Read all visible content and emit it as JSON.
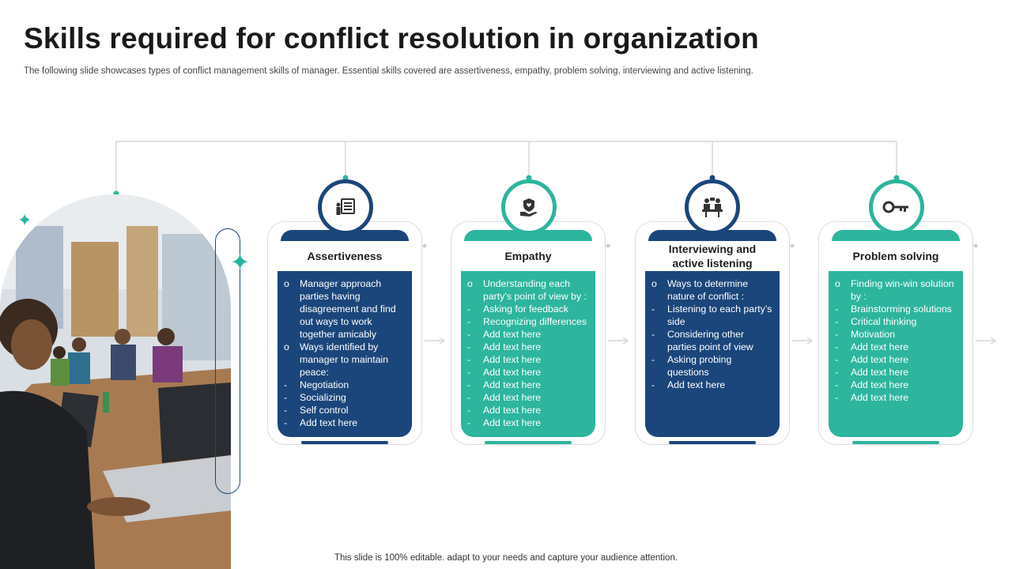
{
  "title": "Skills required for conflict resolution in organization",
  "subtitle": "The following slide showcases types of conflict management skills of manager. Essential skills covered are assertiveness, empathy, problem solving, interviewing and active listening.",
  "footer": "This slide is 100% editable. adapt to your needs and capture your audience attention.",
  "colors": {
    "navy": "#1b467b",
    "teal": "#2db59e"
  },
  "cards": [
    {
      "heading": "Assertiveness",
      "icon": "checklist-person-icon",
      "theme": "navy",
      "items": [
        {
          "marker": "o",
          "text": "Manager approach parties having disagreement and find out ways to work together amicably"
        },
        {
          "marker": "o",
          "text": "Ways identified by manager to maintain peace:"
        },
        {
          "marker": "-",
          "text": "Negotiation"
        },
        {
          "marker": "-",
          "text": "Socializing"
        },
        {
          "marker": "-",
          "text": "Self control"
        },
        {
          "marker": "-",
          "text": "Add text here"
        }
      ]
    },
    {
      "heading": "Empathy",
      "icon": "hand-heart-icon",
      "theme": "teal",
      "items": [
        {
          "marker": "o",
          "text": "Understanding each party’s point of view by :"
        },
        {
          "marker": "-",
          "text": "Asking for feedback"
        },
        {
          "marker": "-",
          "text": "Recognizing differences"
        },
        {
          "marker": "-",
          "text": "Add text here"
        },
        {
          "marker": "-",
          "text": "Add text here"
        },
        {
          "marker": "-",
          "text": "Add text here"
        },
        {
          "marker": "-",
          "text": "Add text here"
        },
        {
          "marker": "-",
          "text": "Add text here"
        },
        {
          "marker": "-",
          "text": "Add text here"
        },
        {
          "marker": "-",
          "text": "Add text here"
        },
        {
          "marker": "-",
          "text": "Add text here"
        }
      ]
    },
    {
      "heading": "Interviewing and active listening",
      "icon": "meeting-icon",
      "theme": "navy",
      "items": [
        {
          "marker": "o",
          "text": "Ways to determine nature of conflict :"
        },
        {
          "marker": "-",
          "text": "Listening to each party’s side"
        },
        {
          "marker": "-",
          "text": "Considering other parties point of view"
        },
        {
          "marker": "-",
          "text": "Asking probing questions"
        },
        {
          "marker": "-",
          "text": "Add text here"
        }
      ]
    },
    {
      "heading": "Problem solving",
      "icon": "key-icon",
      "theme": "teal",
      "items": [
        {
          "marker": "o",
          "text": "Finding win-win solution by :"
        },
        {
          "marker": "-",
          "text": "Brainstorming solutions"
        },
        {
          "marker": "-",
          "text": "Critical thinking"
        },
        {
          "marker": "-",
          "text": "Motivation"
        },
        {
          "marker": "-",
          "text": "Add text here"
        },
        {
          "marker": "-",
          "text": "Add text here"
        },
        {
          "marker": "-",
          "text": "Add text here"
        },
        {
          "marker": "-",
          "text": "Add text here"
        },
        {
          "marker": "-",
          "text": "Add text here"
        }
      ]
    }
  ]
}
